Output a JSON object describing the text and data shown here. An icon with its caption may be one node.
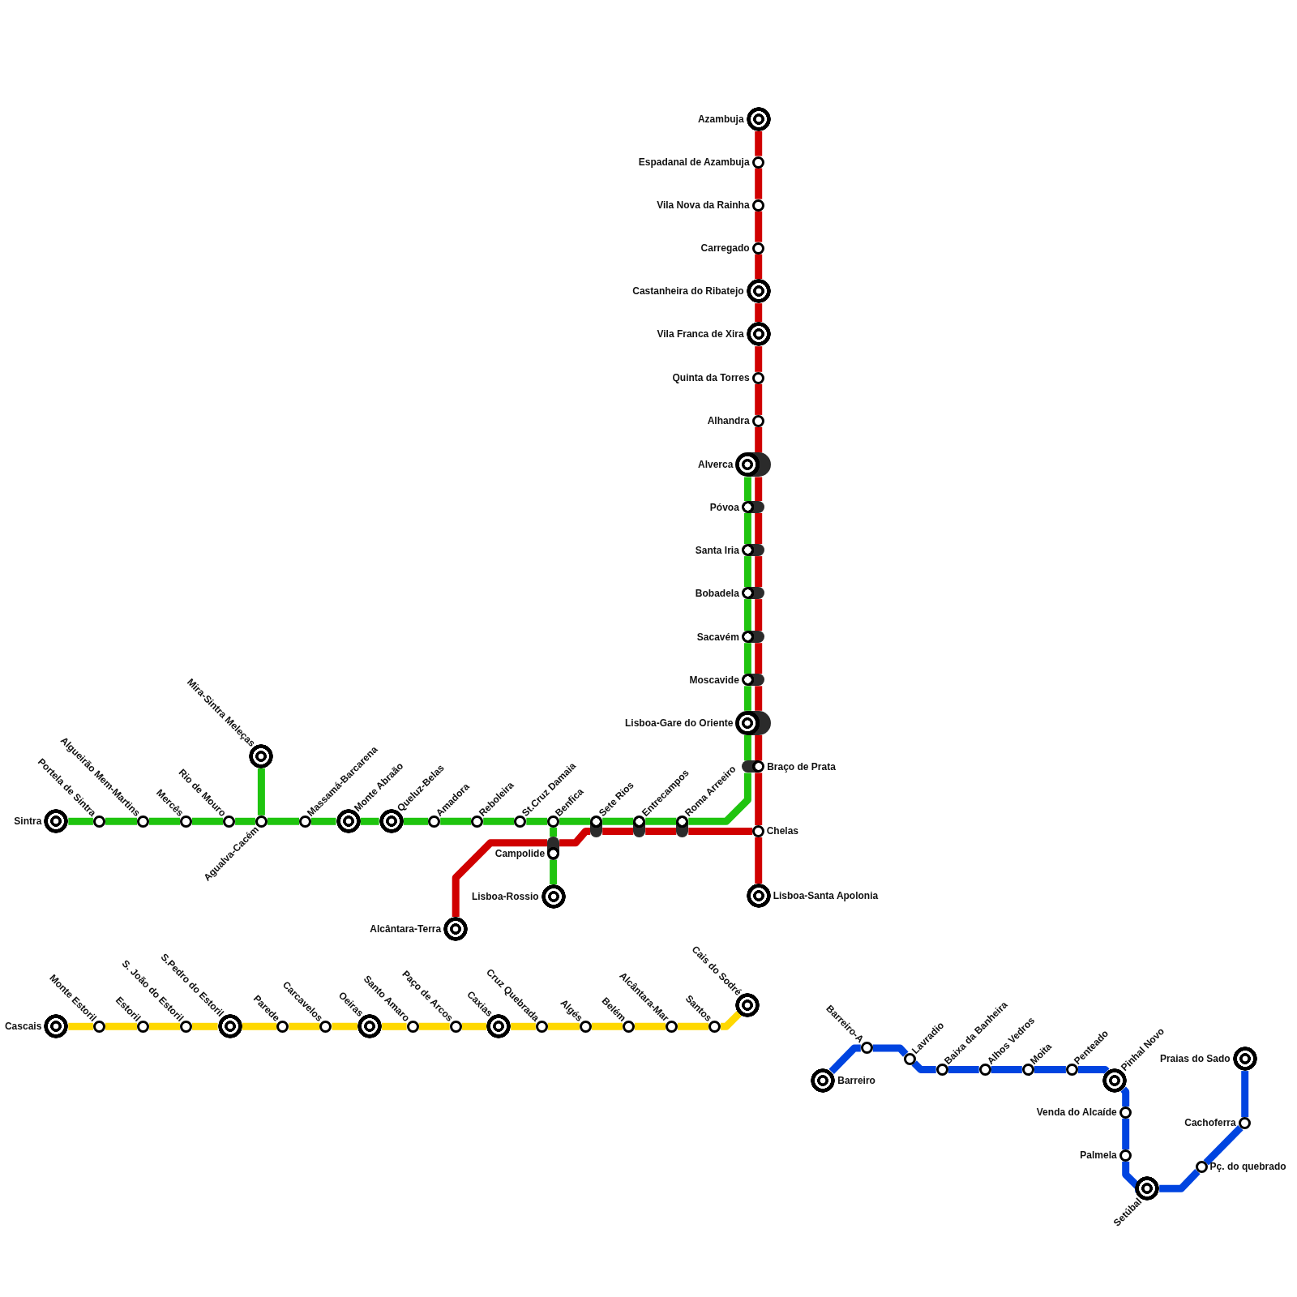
{
  "diagram": {
    "nodes": [
      {
        "text": [
          "Azambuja"
        ]
      },
      {
        "text": [
          "Espadanal de Azambuja"
        ]
      },
      {
        "text": [
          "Vila Nova da Rainha"
        ]
      },
      {
        "text": [
          "Carregado"
        ]
      },
      {
        "text": [
          "Castanheira do Ribatejo"
        ]
      },
      {
        "text": [
          "Vila Franca de Xira"
        ]
      },
      {
        "text": [
          "Quinta da Torres"
        ]
      },
      {
        "text": [
          "Alhandra"
        ]
      },
      {
        "text": [
          "Alverca"
        ]
      },
      {
        "text": [
          "Póvoa"
        ]
      },
      {
        "text": [
          "Santa Iria"
        ]
      },
      {
        "text": [
          "Bobadela"
        ]
      },
      {
        "text": [
          "Sacavém"
        ]
      },
      {
        "text": [
          "Moscavide"
        ]
      },
      {
        "text": [
          "Lisboa-Gare do Oriente"
        ]
      },
      {
        "text": [
          "Braço de Prata"
        ]
      },
      {
        "text": [
          "Mira-Sintra Meleças"
        ]
      },
      {
        "text": [
          "Sintra"
        ]
      },
      {
        "text": [
          "Portela de Sintra"
        ]
      },
      {
        "text": [
          "Algueirão Mem-Martins"
        ]
      },
      {
        "text": [
          "Mercês"
        ]
      },
      {
        "text": [
          "Rio de Mouro"
        ]
      },
      {
        "text": [
          "Agualva-Cacém"
        ]
      },
      {
        "text": [
          "Massamá-Barcarena"
        ]
      },
      {
        "text": [
          "Monte Abraão"
        ]
      },
      {
        "text": [
          "Queluz-Belas"
        ]
      },
      {
        "text": [
          "Amadora"
        ]
      },
      {
        "text": [
          "Reboleira"
        ]
      },
      {
        "text": [
          "St.Cruz Damaia"
        ]
      },
      {
        "text": [
          "Benfica"
        ]
      },
      {
        "text": [
          "Sete Rios"
        ]
      },
      {
        "text": [
          "Entrecampos"
        ]
      },
      {
        "text": [
          "Roma Arreeiro"
        ]
      },
      {
        "text": [
          "Chelas"
        ]
      },
      {
        "text": [
          "Campolide"
        ]
      },
      {
        "text": [
          "Lisboa-Rossio"
        ]
      },
      {
        "text": [
          "Lisboa-Santa Apolonia"
        ]
      },
      {
        "text": [
          "Alcântara-Terra"
        ]
      },
      {
        "text": [
          "Cais do Sodré"
        ]
      },
      {
        "text": [
          "Cascais"
        ]
      },
      {
        "text": [
          "Monte Estoril"
        ]
      },
      {
        "text": [
          "Estoril"
        ]
      },
      {
        "text": [
          "S. João do Estoril"
        ]
      },
      {
        "text": [
          "S.Pedro do Estoril"
        ]
      },
      {
        "text": [
          "Parede"
        ]
      },
      {
        "text": [
          "Carcavelos"
        ]
      },
      {
        "text": [
          "Oeiras"
        ]
      },
      {
        "text": [
          "Santo Amaro"
        ]
      },
      {
        "text": [
          "Paço de Arcos"
        ]
      },
      {
        "text": [
          "Caxias"
        ]
      },
      {
        "text": [
          "Cruz Quebrada"
        ]
      },
      {
        "text": [
          "Algés"
        ]
      },
      {
        "text": [
          "Belém"
        ]
      },
      {
        "text": [
          "Alcântara-Mar"
        ]
      },
      {
        "text": [
          "Santos"
        ]
      },
      {
        "text": [
          "Barreiro-A"
        ]
      },
      {
        "text": [
          "Lavradio"
        ]
      },
      {
        "text": [
          "Baixa da Banheira"
        ]
      },
      {
        "text": [
          "Alhos Vedros"
        ]
      },
      {
        "text": [
          "Moita"
        ]
      },
      {
        "text": [
          "Penteado"
        ]
      },
      {
        "text": [
          "Praias do Sado"
        ]
      },
      {
        "text": [
          "Pinhal Novo"
        ]
      },
      {
        "text": [
          "Barreiro"
        ]
      },
      {
        "text": [
          "Venda do Alcaíde"
        ]
      },
      {
        "text": [
          "Cachoferra"
        ]
      },
      {
        "text": [
          "Palmela"
        ]
      },
      {
        "text": [
          "Pç. do quebrado"
        ]
      },
      {
        "text": [
          "Setúbal"
        ]
      }
    ],
    "edges": [
      {
        "from": 0,
        "to": 1,
        "arrow": "none",
        "color": "#d00000"
      },
      {
        "from": 1,
        "to": 2,
        "arrow": "none",
        "color": "#d00000"
      },
      {
        "from": 2,
        "to": 3,
        "arrow": "none",
        "color": "#d00000"
      },
      {
        "from": 3,
        "to": 4,
        "arrow": "none",
        "color": "#d00000"
      },
      {
        "from": 4,
        "to": 5,
        "arrow": "none",
        "color": "#d00000"
      },
      {
        "from": 5,
        "to": 6,
        "arrow": "none",
        "color": "#d00000"
      },
      {
        "from": 6,
        "to": 7,
        "arrow": "none",
        "color": "#d00000"
      },
      {
        "from": 7,
        "to": 8,
        "arrow": "none",
        "color": "#d00000"
      },
      {
        "from": 8,
        "to": 9,
        "arrow": "none",
        "color": "#d00000"
      },
      {
        "from": 9,
        "to": 10,
        "arrow": "none",
        "color": "#d00000"
      },
      {
        "from": 10,
        "to": 11,
        "arrow": "none",
        "color": "#d00000"
      },
      {
        "from": 11,
        "to": 12,
        "arrow": "none",
        "color": "#d00000"
      },
      {
        "from": 12,
        "to": 13,
        "arrow": "none",
        "color": "#d00000"
      },
      {
        "from": 13,
        "to": 14,
        "arrow": "none",
        "color": "#d00000"
      },
      {
        "from": 14,
        "to": 15,
        "arrow": "none",
        "color": "#d00000"
      },
      {
        "from": 15,
        "to": 33,
        "arrow": "none",
        "color": "#d00000"
      },
      {
        "from": 33,
        "to": 36,
        "arrow": "none",
        "color": "#d00000"
      },
      {
        "from": 33,
        "to": 32,
        "arrow": "none",
        "color": "#d00000"
      },
      {
        "from": 32,
        "to": 31,
        "arrow": "none",
        "color": "#d00000"
      },
      {
        "from": 31,
        "to": 30,
        "arrow": "none",
        "color": "#d00000"
      },
      {
        "from": 30,
        "to": 34,
        "arrow": "none",
        "color": "#d00000"
      },
      {
        "from": 34,
        "to": 37,
        "arrow": "none",
        "color": "#d00000"
      },
      {
        "from": 17,
        "to": 18,
        "arrow": "none",
        "color": "#1fc40f"
      },
      {
        "from": 18,
        "to": 19,
        "arrow": "none",
        "color": "#1fc40f"
      },
      {
        "from": 19,
        "to": 20,
        "arrow": "none",
        "color": "#1fc40f"
      },
      {
        "from": 20,
        "to": 21,
        "arrow": "none",
        "color": "#1fc40f"
      },
      {
        "from": 21,
        "to": 22,
        "arrow": "none",
        "color": "#1fc40f"
      },
      {
        "from": 22,
        "to": 16,
        "arrow": "none",
        "color": "#1fc40f"
      },
      {
        "from": 22,
        "to": 23,
        "arrow": "none",
        "color": "#1fc40f"
      },
      {
        "from": 23,
        "to": 24,
        "arrow": "none",
        "color": "#1fc40f"
      },
      {
        "from": 24,
        "to": 25,
        "arrow": "none",
        "color": "#1fc40f"
      },
      {
        "from": 25,
        "to": 26,
        "arrow": "none",
        "color": "#1fc40f"
      },
      {
        "from": 26,
        "to": 27,
        "arrow": "none",
        "color": "#1fc40f"
      },
      {
        "from": 27,
        "to": 28,
        "arrow": "none",
        "color": "#1fc40f"
      },
      {
        "from": 28,
        "to": 29,
        "arrow": "none",
        "color": "#1fc40f"
      },
      {
        "from": 29,
        "to": 30,
        "arrow": "none",
        "color": "#1fc40f"
      },
      {
        "from": 30,
        "to": 31,
        "arrow": "none",
        "color": "#1fc40f"
      },
      {
        "from": 31,
        "to": 32,
        "arrow": "none",
        "color": "#1fc40f"
      },
      {
        "from": 32,
        "to": 15,
        "arrow": "none",
        "color": "#1fc40f"
      },
      {
        "from": 15,
        "to": 14,
        "arrow": "none",
        "color": "#1fc40f"
      },
      {
        "from": 14,
        "to": 13,
        "arrow": "none",
        "color": "#1fc40f"
      },
      {
        "from": 13,
        "to": 12,
        "arrow": "none",
        "color": "#1fc40f"
      },
      {
        "from": 12,
        "to": 11,
        "arrow": "none",
        "color": "#1fc40f"
      },
      {
        "from": 11,
        "to": 10,
        "arrow": "none",
        "color": "#1fc40f"
      },
      {
        "from": 10,
        "to": 9,
        "arrow": "none",
        "color": "#1fc40f"
      },
      {
        "from": 9,
        "to": 8,
        "arrow": "none",
        "color": "#1fc40f"
      },
      {
        "from": 29,
        "to": 34,
        "arrow": "none",
        "color": "#1fc40f"
      },
      {
        "from": 34,
        "to": 35,
        "arrow": "none",
        "color": "#1fc40f"
      },
      {
        "from": 39,
        "to": 40,
        "arrow": "none",
        "color": "#ffd800"
      },
      {
        "from": 40,
        "to": 41,
        "arrow": "none",
        "color": "#ffd800"
      },
      {
        "from": 41,
        "to": 42,
        "arrow": "none",
        "color": "#ffd800"
      },
      {
        "from": 42,
        "to": 43,
        "arrow": "none",
        "color": "#ffd800"
      },
      {
        "from": 43,
        "to": 44,
        "arrow": "none",
        "color": "#ffd800"
      },
      {
        "from": 44,
        "to": 45,
        "arrow": "none",
        "color": "#ffd800"
      },
      {
        "from": 45,
        "to": 46,
        "arrow": "none",
        "color": "#ffd800"
      },
      {
        "from": 46,
        "to": 47,
        "arrow": "none",
        "color": "#ffd800"
      },
      {
        "from": 47,
        "to": 48,
        "arrow": "none",
        "color": "#ffd800"
      },
      {
        "from": 48,
        "to": 49,
        "arrow": "none",
        "color": "#ffd800"
      },
      {
        "from": 49,
        "to": 50,
        "arrow": "none",
        "color": "#ffd800"
      },
      {
        "from": 50,
        "to": 51,
        "arrow": "none",
        "color": "#ffd800"
      },
      {
        "from": 51,
        "to": 52,
        "arrow": "none",
        "color": "#ffd800"
      },
      {
        "from": 52,
        "to": 53,
        "arrow": "none",
        "color": "#ffd800"
      },
      {
        "from": 53,
        "to": 54,
        "arrow": "none",
        "color": "#ffd800"
      },
      {
        "from": 54,
        "to": 38,
        "arrow": "none",
        "color": "#ffd800"
      },
      {
        "from": 63,
        "to": 55,
        "arrow": "none",
        "color": "#0044e0"
      },
      {
        "from": 55,
        "to": 56,
        "arrow": "none",
        "color": "#0044e0"
      },
      {
        "from": 56,
        "to": 57,
        "arrow": "none",
        "color": "#0044e0"
      },
      {
        "from": 57,
        "to": 58,
        "arrow": "none",
        "color": "#0044e0"
      },
      {
        "from": 58,
        "to": 59,
        "arrow": "none",
        "color": "#0044e0"
      },
      {
        "from": 59,
        "to": 60,
        "arrow": "none",
        "color": "#0044e0"
      },
      {
        "from": 60,
        "to": 62,
        "arrow": "none",
        "color": "#0044e0"
      },
      {
        "from": 62,
        "to": 64,
        "arrow": "none",
        "color": "#0044e0"
      },
      {
        "from": 64,
        "to": 66,
        "arrow": "none",
        "color": "#0044e0"
      },
      {
        "from": 66,
        "to": 68,
        "arrow": "none",
        "color": "#0044e0"
      },
      {
        "from": 68,
        "to": 67,
        "arrow": "none",
        "color": "#0044e0"
      },
      {
        "from": 67,
        "to": 65,
        "arrow": "none",
        "color": "#0044e0"
      },
      {
        "from": 65,
        "to": 61,
        "arrow": "none",
        "color": "#0044e0"
      }
    ]
  }
}
